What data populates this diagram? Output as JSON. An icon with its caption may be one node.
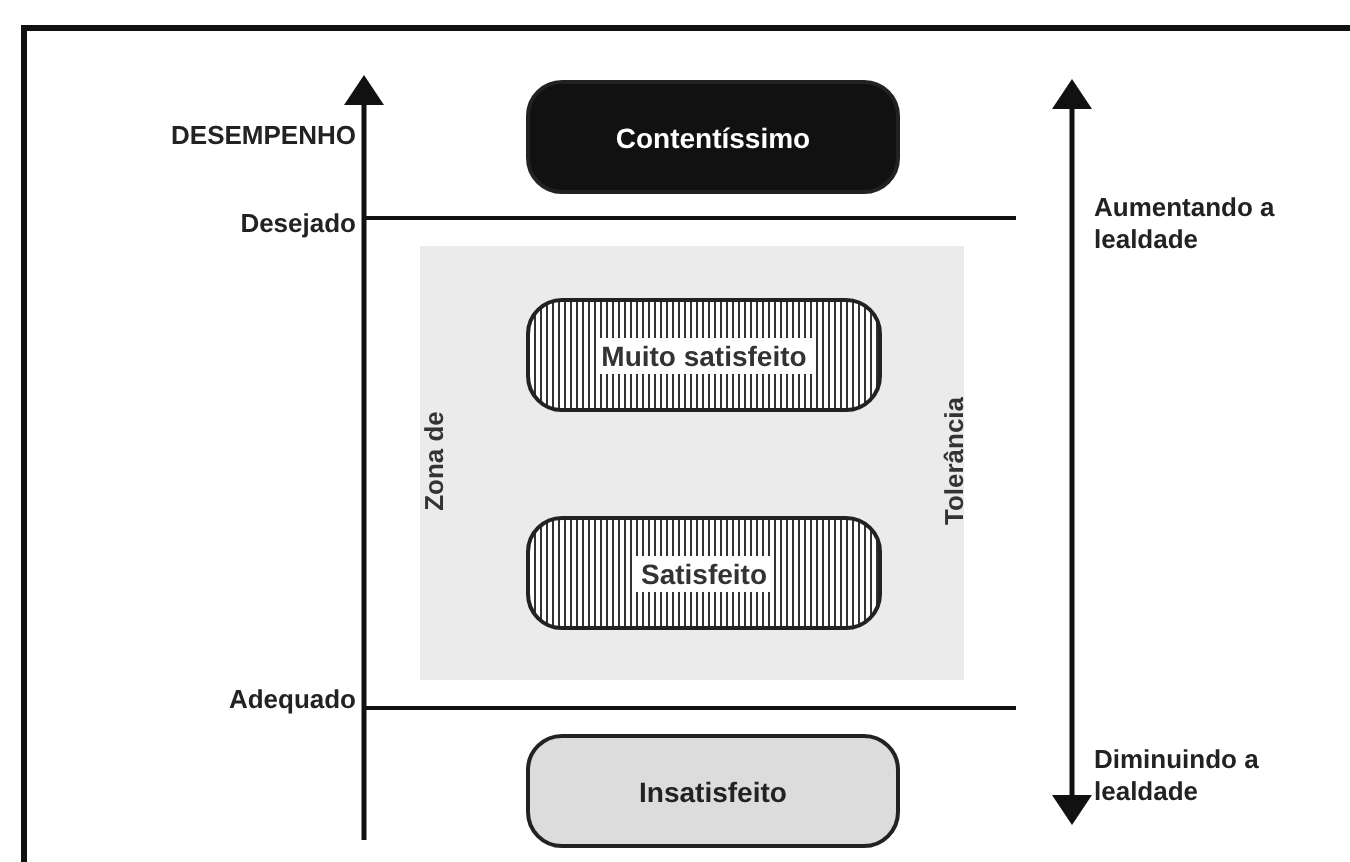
{
  "diagram": {
    "nodes": [
      {
        "text": [
          "Contentíssimo"
        ]
      },
      {
        "text": [
          "Zona de",
          "Tolerância"
        ]
      },
      {
        "text": [
          "Muito satisfeito"
        ],
        "in": 1
      },
      {
        "text": [
          "Satisfeito"
        ],
        "in": 1
      },
      {
        "text": [
          "Insatisfeito"
        ]
      }
    ],
    "edges": [],
    "labels": [
      "DESEMPENHO",
      "Desejado",
      "Aumentando a lealdade",
      "Adequado",
      "Diminuindo a lealdade"
    ]
  }
}
